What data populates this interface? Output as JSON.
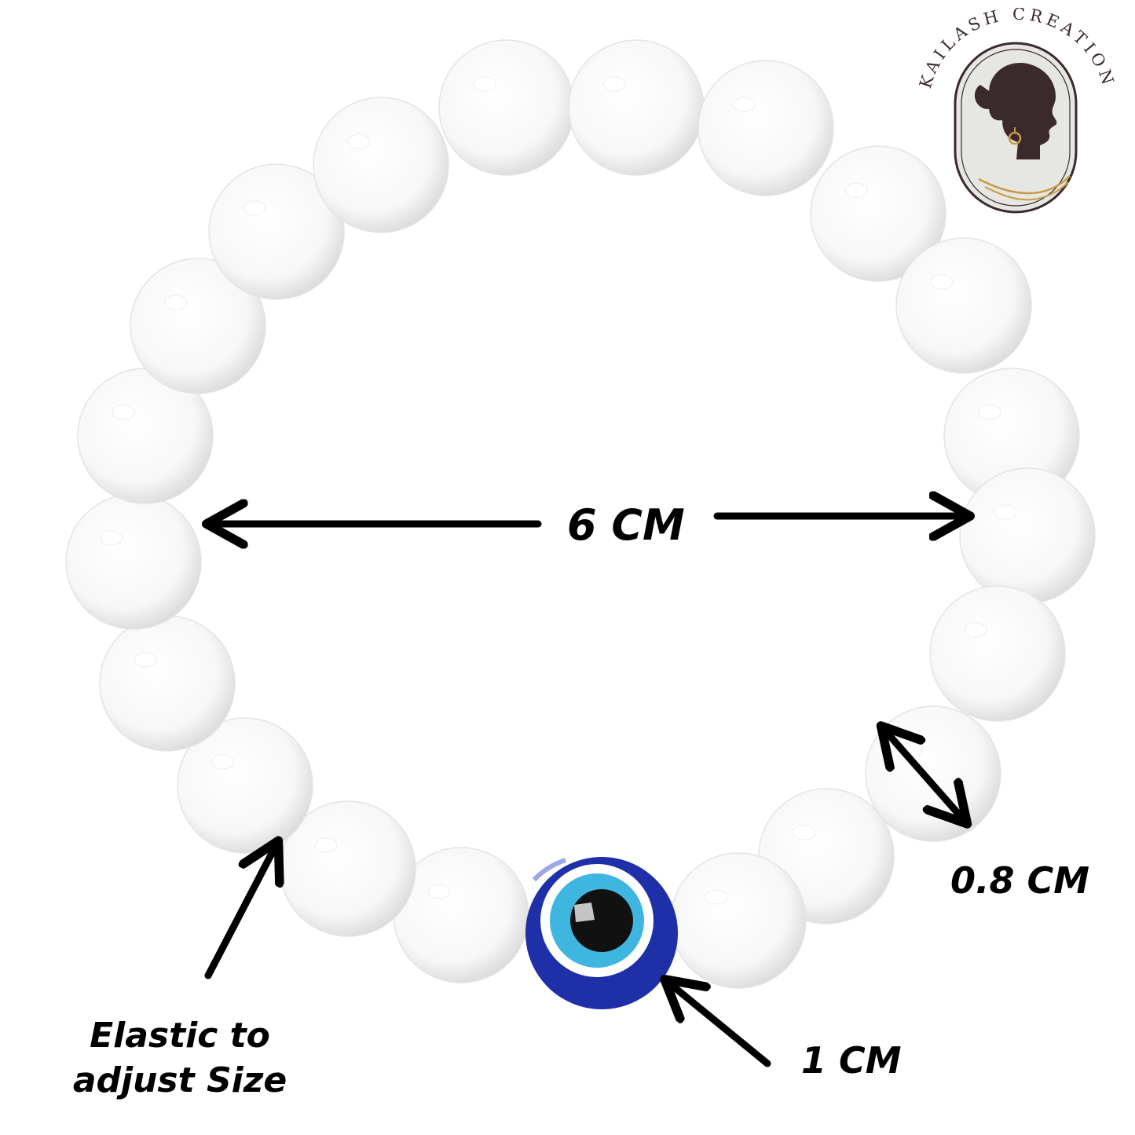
{
  "brand": {
    "name": "KAILASH CREATION",
    "colors": {
      "ink": "#3a2a2e",
      "gold": "#c99a45",
      "badge_bg": "#e6e6e2"
    }
  },
  "product": {
    "name": "white bead bracelet with evil eye charm",
    "colors": {
      "bead": "#ffffff",
      "eye_blue": "#1f2fa8",
      "eye_light_blue": "#3fb6e0",
      "eye_pupil": "#111111"
    }
  },
  "annotations": {
    "width_label": "6 CM",
    "bead_label": "0.8 CM",
    "eye_label": "1 CM",
    "elastic_line1": "Elastic to",
    "elastic_line2": "adjust Size"
  }
}
